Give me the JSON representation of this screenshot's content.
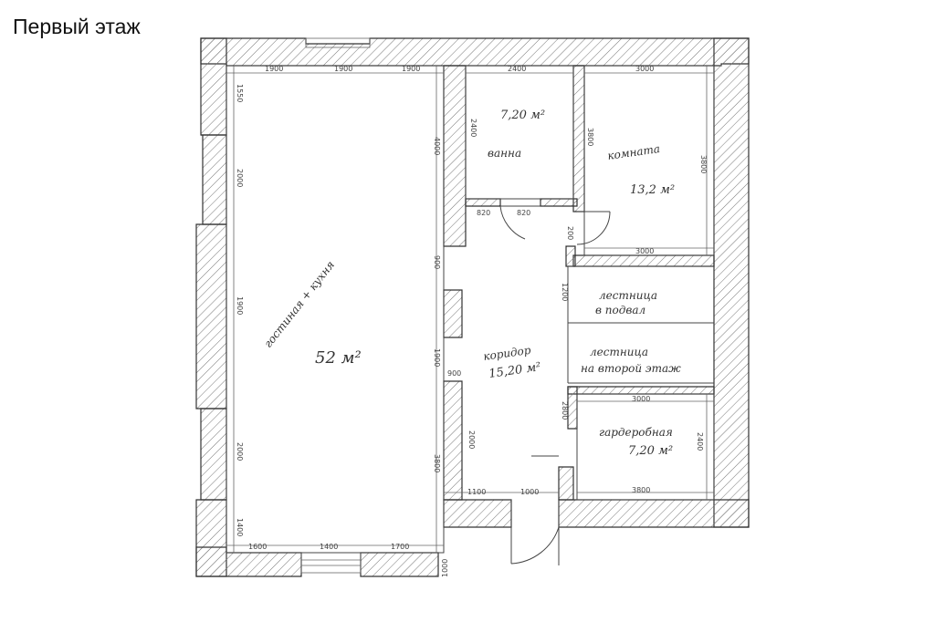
{
  "title": "Первый этаж",
  "rooms": {
    "living": {
      "name": "гостиная + кухня",
      "area": "52 м²"
    },
    "bath": {
      "name": "ванна",
      "area": "7,20 м²"
    },
    "room": {
      "name": "комната",
      "area": "13,2 м²"
    },
    "stairs_down": {
      "line1": "лестница",
      "line2": "в подвал"
    },
    "stairs_up": {
      "line1": "лестница",
      "line2": "на второй этаж"
    },
    "corridor": {
      "name": "коридор",
      "area": "15,20 м²"
    },
    "wardrobe": {
      "name": "гардеробная",
      "area": "7,20 м²"
    }
  },
  "dims": {
    "top_a": "1900",
    "top_b": "1900",
    "top_c": "1900",
    "left_1": "1550",
    "left_2": "2000",
    "left_3": "1900",
    "left_4": "2000",
    "left_5": "1400",
    "bottom_1": "1600",
    "bottom_2": "1400",
    "bottom_3": "1700",
    "inner_4000": "4000",
    "inner_3800": "3800",
    "inner_900": "900",
    "bath_top": "2400",
    "bath_side": "2400",
    "room_top": "3000",
    "room_side": "3800",
    "room_side_r": "3800",
    "room_bottom": "3000",
    "d820a": "820",
    "d820b": "820",
    "d200": "200",
    "d1200": "1200",
    "d1900": "1900",
    "d900": "900",
    "ward_top": "3000",
    "ward_bottom": "3800",
    "ward_side": "2400",
    "d2000": "2000",
    "d1100": "1100",
    "d1000": "1000",
    "d2800": "2800"
  }
}
